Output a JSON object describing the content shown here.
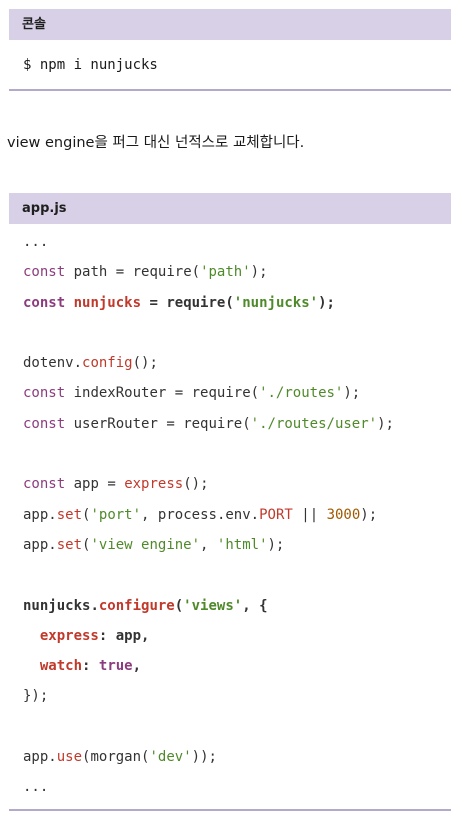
{
  "console": {
    "title": "콘솔",
    "command": "$ npm i nunjucks"
  },
  "prose": "view engine을 퍼그 대신 넌적스로 교체합니다.",
  "app_js": {
    "title": "app.js",
    "lines": [
      "...",
      "const path = require('path');",
      "const nunjucks = require('nunjucks');",
      "",
      "dotenv.config();",
      "const indexRouter = require('./routes');",
      "const userRouter = require('./routes/user');",
      "",
      "const app = express();",
      "app.set('port', process.env.PORT || 3000);",
      "app.set('view engine', 'html');",
      "",
      "nunjucks.configure('views', {",
      "  express: app,",
      "  watch: true,",
      "});",
      "",
      "app.use(morgan('dev'));",
      "..."
    ]
  },
  "colors": {
    "header_bg": "#d8d0e6",
    "rule": "#b4a9c8",
    "keyword": "#8c3c7e",
    "string": "#4f8a2a",
    "function": "#c0392b",
    "number": "#a05a00"
  }
}
